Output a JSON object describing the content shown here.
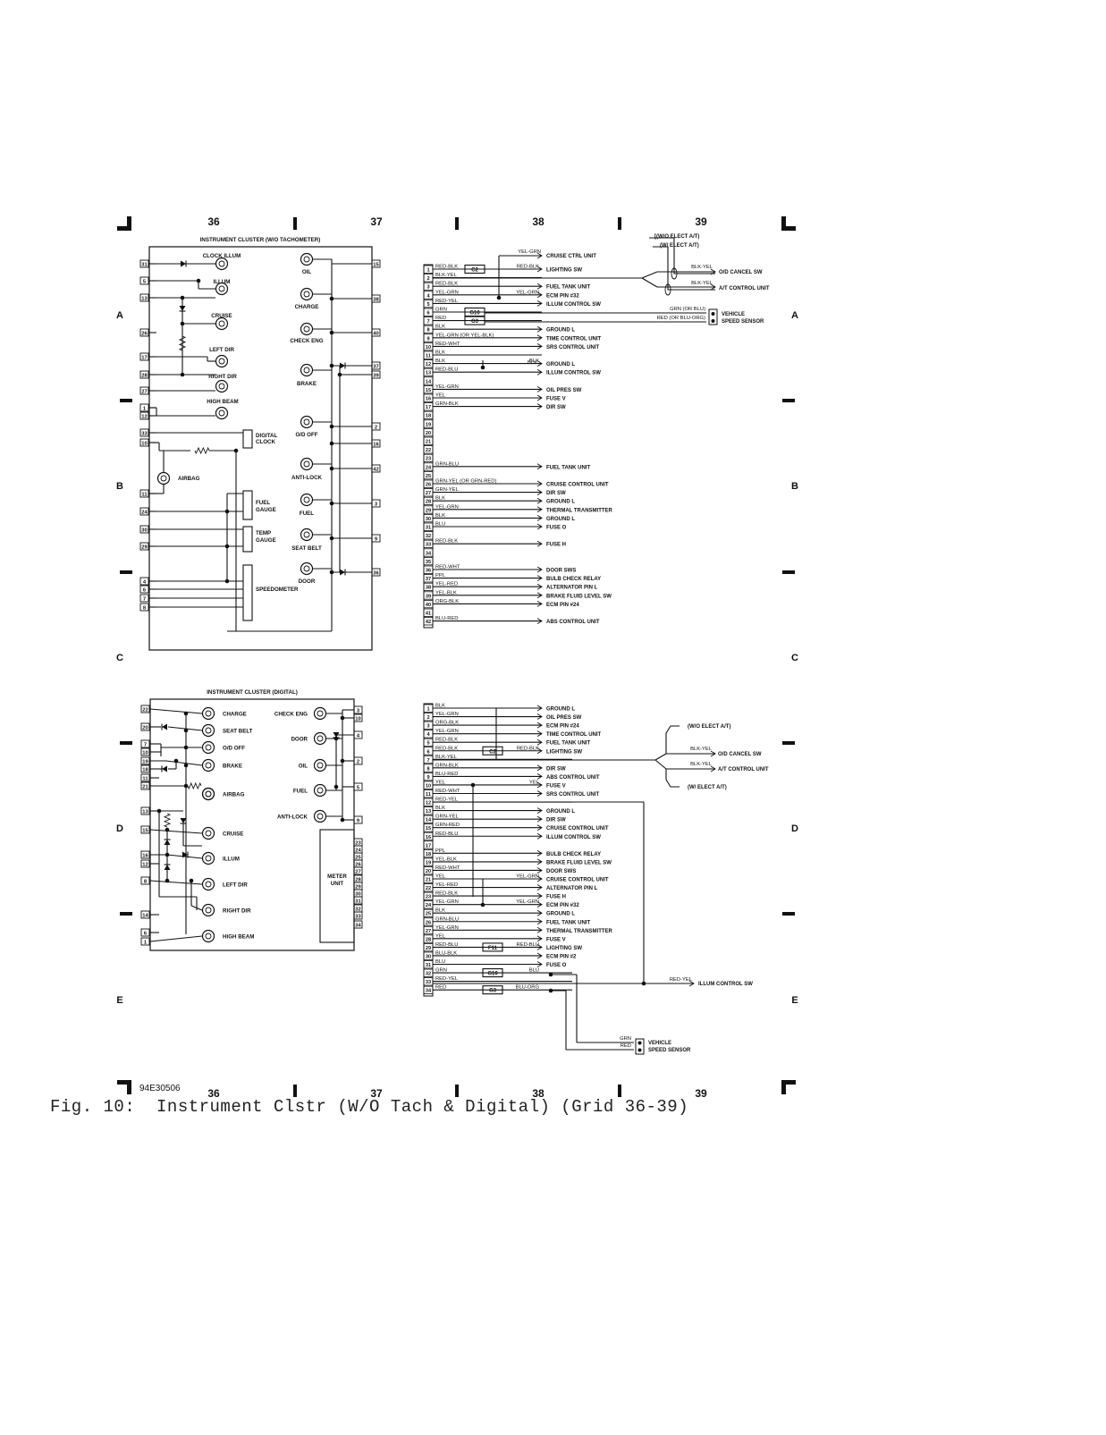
{
  "grid": {
    "columns": [
      "36",
      "37",
      "38",
      "39"
    ],
    "rows": [
      "A",
      "B",
      "C",
      "D",
      "E"
    ]
  },
  "figure_id": "94E30506",
  "caption": "Fig. 10:  Instrument Clstr (W/O Tach & Digital) (Grid 36-39)",
  "top_left": {
    "title": "INSTRUMENT CLUSTER (W/O TACHOMETER)",
    "left_pins": [
      "31",
      "5",
      "13",
      "26",
      "17",
      "28",
      "27",
      "1",
      "12",
      "33",
      "10",
      "11",
      "24",
      "30",
      "29",
      "4",
      "6",
      "7",
      "8"
    ],
    "right_pins": [
      "15",
      "38",
      "40",
      "37",
      "39",
      "2",
      "16",
      "42",
      "3",
      "9",
      "36"
    ],
    "left_components": [
      "CLOCK ILLUM",
      "ILLUM",
      "CRUISE",
      "LEFT DIR",
      "RIGHT DIR",
      "HIGH BEAM",
      "DIGITAL CLOCK",
      "AIRBAG",
      "FUEL GAUGE",
      "TEMP GAUGE",
      "SPEEDOMETER"
    ],
    "right_components": [
      "OIL",
      "CHARGE",
      "CHECK ENG",
      "BRAKE",
      "O/D OFF",
      "ANTI-LOCK",
      "FUEL",
      "SEAT BELT",
      "DOOR"
    ]
  },
  "top_right": {
    "labels_top": [
      "[(W/O ELECT A/T)",
      "(W/ ELECT A/T)"
    ],
    "pins": [
      "1",
      "2",
      "3",
      "4",
      "5",
      "6",
      "7",
      "8",
      "9",
      "10",
      "11",
      "12",
      "13",
      "14",
      "15",
      "16",
      "17",
      "18",
      "19",
      "20",
      "21",
      "22",
      "23",
      "24",
      "25",
      "26",
      "27",
      "28",
      "29",
      "30",
      "31",
      "32",
      "33",
      "34",
      "35",
      "36",
      "37",
      "38",
      "39",
      "40",
      "41",
      "42"
    ],
    "wires": [
      {
        "pin": "1",
        "color": "RED-BLK",
        "conn": "C2",
        "color2": "RED-BLK",
        "dest": "LIGHTING SW"
      },
      {
        "pin": "2",
        "color": "BLK-YEL",
        "dest": ""
      },
      {
        "pin": "3",
        "color": "RED-BLK",
        "dest": "FUEL TANK UNIT"
      },
      {
        "pin": "4",
        "color": "YEL-GRN",
        "color2": "YEL-GRN",
        "dest": "ECM PIN #32"
      },
      {
        "pin": "5",
        "color": "RED-YEL",
        "dest": "ILLUM CONTROL SW"
      },
      {
        "pin": "6",
        "color": "GRN",
        "conn": "G10",
        "dest": ""
      },
      {
        "pin": "7",
        "color": "RED",
        "conn": "G3",
        "dest": ""
      },
      {
        "pin": "8",
        "color": "BLK",
        "dest": "GROUND L"
      },
      {
        "pin": "9",
        "color": "YEL-GRN (OR YEL-BLK)",
        "dest": "TIME CONTROL UNIT"
      },
      {
        "pin": "10",
        "color": "RED-WHT",
        "dest": "SRS CONTROL UNIT"
      },
      {
        "pin": "11",
        "color": "BLK",
        "dest": ""
      },
      {
        "pin": "12",
        "color": "BLK",
        "color2": "BLK",
        "dest": "GROUND L"
      },
      {
        "pin": "13",
        "color": "RED-BLU",
        "dest": "ILLUM CONTROL SW"
      },
      {
        "pin": "15",
        "color": "YEL-GRN",
        "dest": "OIL PRES SW"
      },
      {
        "pin": "16",
        "color": "YEL",
        "dest": "FUSE V"
      },
      {
        "pin": "17",
        "color": "GRN-BLK",
        "dest": "DIR SW"
      },
      {
        "pin": "24",
        "color": "GRN-BLU",
        "dest": "FUEL TANK UNIT"
      },
      {
        "pin": "26",
        "color": "GRN-YEL (OR GRN-RED)",
        "dest": "CRUISE CONTROL UNIT"
      },
      {
        "pin": "27",
        "color": "GRN-YEL",
        "dest": "DIR SW"
      },
      {
        "pin": "28",
        "color": "BLK",
        "dest": "GROUND L"
      },
      {
        "pin": "29",
        "color": "YEL-GRN",
        "dest": "THERMAL TRANSMITTER"
      },
      {
        "pin": "30",
        "color": "BLK",
        "dest": "GROUND L"
      },
      {
        "pin": "31",
        "color": "BLU",
        "dest": "FUSE O"
      },
      {
        "pin": "33",
        "color": "RED-BLK",
        "dest": "FUSE H"
      },
      {
        "pin": "36",
        "color": "RED-WHT",
        "dest": "DOOR SWS"
      },
      {
        "pin": "37",
        "color": "PPL",
        "dest": "BULB CHECK RELAY"
      },
      {
        "pin": "38",
        "color": "YEL-RED",
        "dest": "ALTERNATOR PIN L"
      },
      {
        "pin": "39",
        "color": "YEL-BLK",
        "dest": "BRAKE FLUID LEVEL SW"
      },
      {
        "pin": "40",
        "color": "ORG-BLK",
        "dest": "ECM PIN #24"
      },
      {
        "pin": "42",
        "color": "BLU-RED",
        "dest": "ABS CONTROL UNIT"
      }
    ],
    "top_wire": {
      "color": "YEL-GRN",
      "dest": "CRUISE CTRL UNIT"
    },
    "od_cancel": {
      "color": "BLK-YEL",
      "dest": "O/D CANCEL SW"
    },
    "at_control": {
      "color": "BLK-YEL",
      "dest": "A/T CONTROL UNIT"
    },
    "vss": {
      "grn": "GRN (OR BLU)",
      "red": "RED (OR BLU-ORG)",
      "dest": "VEHICLE SPEED SENSOR"
    }
  },
  "bottom_left": {
    "title": "INSTRUMENT CLUSTER (DIGITAL)",
    "left_pins": [
      "22",
      "20",
      "7",
      "10",
      "19",
      "18",
      "11",
      "21",
      "13",
      "15",
      "16",
      "12",
      "8",
      "14",
      "6",
      "1"
    ],
    "right_pins": [
      "3",
      "10",
      "4",
      "2",
      "5",
      "9",
      "23",
      "24",
      "25",
      "26",
      "27",
      "28",
      "29",
      "30",
      "31",
      "32",
      "33",
      "34"
    ],
    "left_components": [
      "CHARGE",
      "SEAT BELT",
      "O/D OFF",
      "BRAKE",
      "AIRBAG",
      "CRUISE",
      "ILLUM",
      "LEFT DIR",
      "RIGHT DIR",
      "HIGH BEAM"
    ],
    "right_components": [
      "CHECK ENG",
      "DOOR",
      "OIL",
      "FUEL",
      "ANTI-LOCK",
      "METER UNIT"
    ]
  },
  "bottom_right": {
    "pins": [
      "1",
      "2",
      "3",
      "4",
      "5",
      "6",
      "7",
      "8",
      "9",
      "10",
      "11",
      "12",
      "13",
      "14",
      "15",
      "16",
      "17",
      "18",
      "19",
      "20",
      "21",
      "22",
      "23",
      "24",
      "25",
      "26",
      "27",
      "28",
      "29",
      "30",
      "31",
      "32",
      "33",
      "34"
    ],
    "wires": [
      {
        "pin": "1",
        "color": "BLK",
        "dest": "GROUND L"
      },
      {
        "pin": "2",
        "color": "YEL-GRN",
        "dest": "OIL PRES SW"
      },
      {
        "pin": "3",
        "color": "ORG-BLK",
        "dest": "ECM PIN #24"
      },
      {
        "pin": "4",
        "color": "YEL-GRN",
        "dest": "TIME CONTROL UNIT"
      },
      {
        "pin": "5",
        "color": "RED-BLK",
        "dest": "FUEL TANK UNIT"
      },
      {
        "pin": "6",
        "color": "RED-BLK",
        "conn": "C2",
        "color2": "RED-BLK",
        "dest": "LIGHTING SW"
      },
      {
        "pin": "7",
        "color": "BLK-YEL",
        "dest": ""
      },
      {
        "pin": "8",
        "color": "GRN-BLK",
        "dest": "DIR SW"
      },
      {
        "pin": "9",
        "color": "BLU-RED",
        "dest": "ABS CONTROL UNIT"
      },
      {
        "pin": "10",
        "color": "YEL",
        "color2": "YEL",
        "dest": "FUSE V"
      },
      {
        "pin": "11",
        "color": "RED-WHT",
        "dest": "SRS CONTROL UNIT"
      },
      {
        "pin": "12",
        "color": "RED-YEL",
        "dest": ""
      },
      {
        "pin": "13",
        "color": "BLK",
        "dest": "GROUND L"
      },
      {
        "pin": "14",
        "color": "GRN-YEL",
        "dest": "DIR SW"
      },
      {
        "pin": "15",
        "color": "GRN-RED",
        "dest": "CRUISE CONTROL UNIT"
      },
      {
        "pin": "16",
        "color": "RED-BLU",
        "dest": "ILLUM CONTROL SW"
      },
      {
        "pin": "18",
        "color": "PPL",
        "dest": "BULB CHECK RELAY"
      },
      {
        "pin": "19",
        "color": "YEL-BLK",
        "dest": "BRAKE FLUID LEVEL SW"
      },
      {
        "pin": "20",
        "color": "RED-WHT",
        "dest": "DOOR SWS"
      },
      {
        "pin": "21",
        "color": "YEL",
        "color2": "YEL-GRN",
        "dest": "CRUISE CONTROL UNIT"
      },
      {
        "pin": "22",
        "color": "YEL-RED",
        "dest": "ALTERNATOR PIN L"
      },
      {
        "pin": "23",
        "color": "RED-BLK",
        "dest": "FUSE H"
      },
      {
        "pin": "24",
        "color": "YEL-GRN",
        "color2": "YEL-GRN",
        "dest": "ECM PIN #32"
      },
      {
        "pin": "25",
        "color": "BLK",
        "dest": "GROUND L"
      },
      {
        "pin": "26",
        "color": "GRN-BLU",
        "dest": "FUEL TANK UNIT"
      },
      {
        "pin": "27",
        "color": "YEL-GRN",
        "dest": "THERMAL TRANSMITTER"
      },
      {
        "pin": "28",
        "color": "YEL",
        "dest": "FUSE V"
      },
      {
        "pin": "29",
        "color": "RED-BLU",
        "conn": "F11",
        "color2": "RED-BLU",
        "dest": "LIGHTING SW"
      },
      {
        "pin": "30",
        "color": "BLU-BLK",
        "dest": "ECM PIN #2"
      },
      {
        "pin": "31",
        "color": "BLU",
        "dest": "FUSE O"
      },
      {
        "pin": "32",
        "color": "GRN",
        "conn": "G10",
        "color2": "BLU",
        "dest": ""
      },
      {
        "pin": "33",
        "color": "RED-YEL",
        "dest": ""
      },
      {
        "pin": "34",
        "color": "RED",
        "conn": "G3",
        "color2": "BLU-ORG",
        "dest": ""
      }
    ],
    "wo_elect": "(W/O ELECT A/T)",
    "w_elect": "(W/ ELECT A/T)",
    "od_cancel": {
      "color": "BLK-YEL",
      "dest": "O/D CANCEL SW"
    },
    "at_control": {
      "color": "BLK-YEL",
      "dest": "A/T CONTROL UNIT"
    },
    "illum": {
      "color": "RED-YEL",
      "dest": "ILLUM CONTROL SW"
    },
    "vss": {
      "grn": "GRN",
      "red": "RED",
      "dest": "VEHICLE SPEED SENSOR"
    }
  }
}
